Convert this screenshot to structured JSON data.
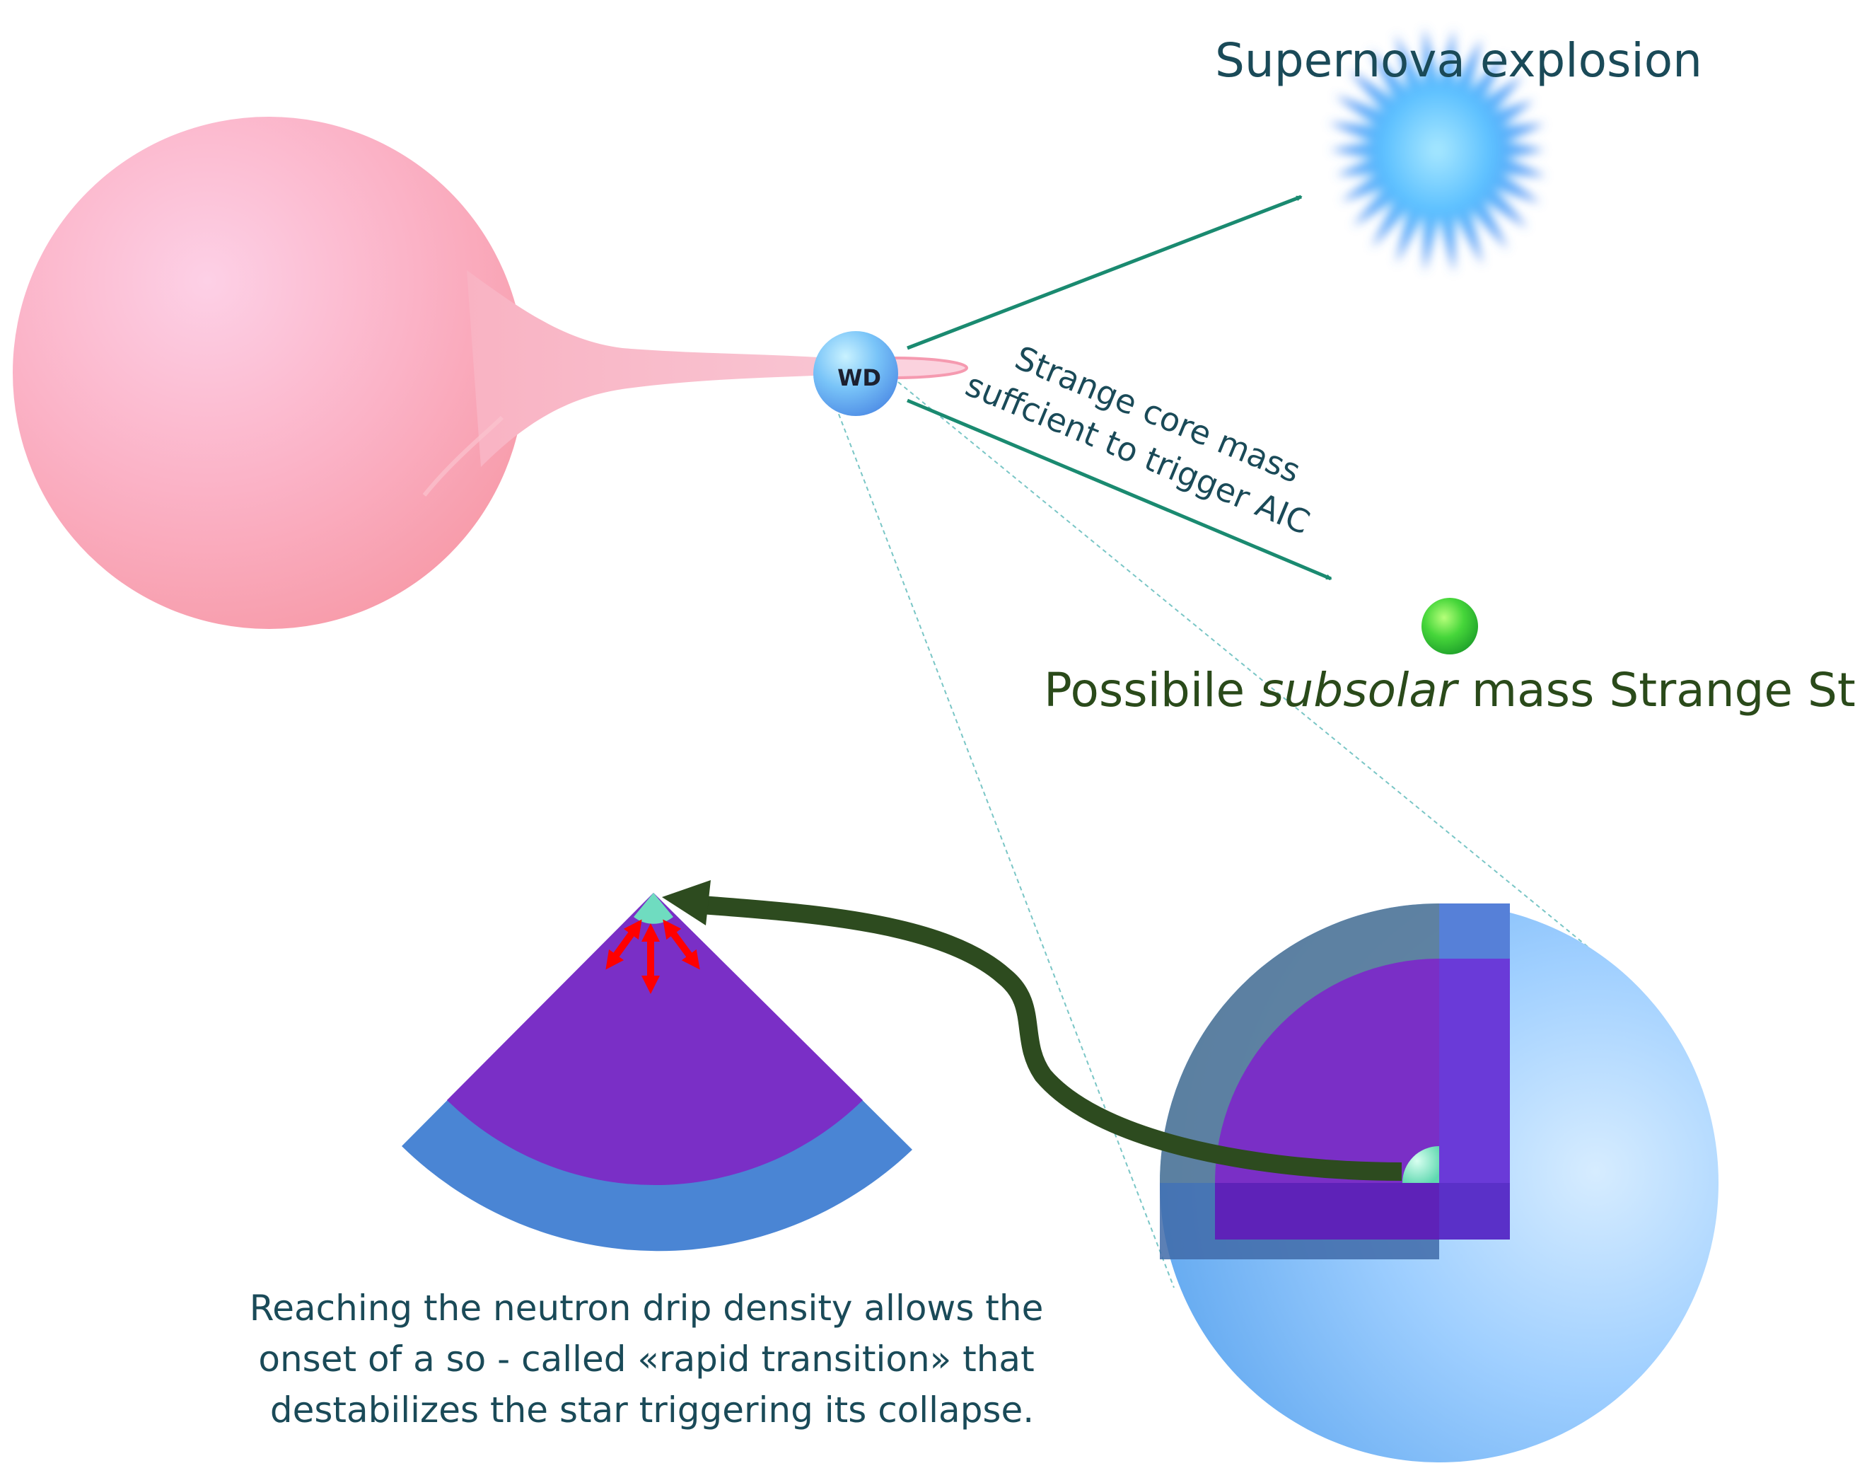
{
  "labels": {
    "supernova": "Supernova explosion",
    "wd": "WD",
    "aic_line1": "Strange core mass",
    "aic_line2": "suffcient to trigger AIC",
    "strange_star_pre": "Possibile ",
    "strange_star_em": "subsolar",
    "strange_star_post": " mass Strange Star",
    "caption_line1": "Reaching the neutron drip density allows the",
    "caption_line2": "onset of a so - called «rapid transition» that",
    "caption_line3": "destabilizes the star triggering its collapse."
  },
  "colors": {
    "companion_star": "#f9a9b6",
    "white_dwarf": "#6fb7f6",
    "supernova": "#5ab4ff",
    "strange_star": "#3bd43a",
    "arrow_teal": "#1a8a70",
    "curve_arrow": "#2d4b1f",
    "core_purple": "#7a2fc6",
    "mantle_blue": "#4a85d4",
    "seed_mint": "#7fe0c0",
    "pressure_arrows": "#ff0000",
    "text_dark_teal": "#1a4a58",
    "text_green": "#2a4a1a",
    "guide_lines": "#7ac6c6"
  },
  "icons": {
    "companion": "red-giant-companion-star",
    "wd": "white-dwarf-sphere",
    "supernova": "supernova-burst-icon",
    "strange_star": "strange-star-sphere-icon"
  }
}
